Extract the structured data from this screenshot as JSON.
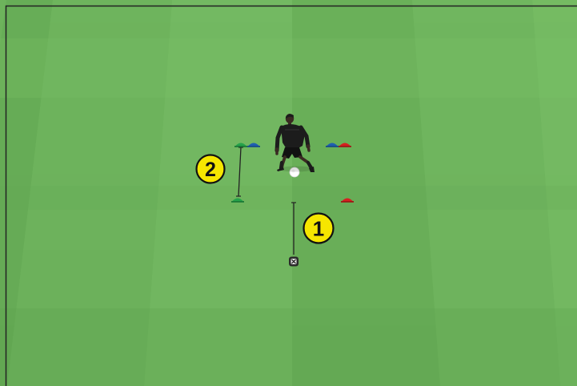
{
  "diagram": {
    "markers": [
      {
        "id": "marker-1",
        "label": "1"
      },
      {
        "id": "marker-2",
        "label": "2"
      }
    ],
    "colors": {
      "grass_light": "#7dc46a",
      "grass_dark": "#6bb45a",
      "cone_green": "#25a24a",
      "cone_blue": "#1f5fb0",
      "cone_red": "#d62020",
      "badge_fill": "#f6e600",
      "badge_stroke": "#111111",
      "player_kit": "#1c1c1c",
      "ball": "#ffffff"
    },
    "icons": [
      "player-icon",
      "ball-icon",
      "cone-icon",
      "mannequin-marker-icon"
    ]
  }
}
